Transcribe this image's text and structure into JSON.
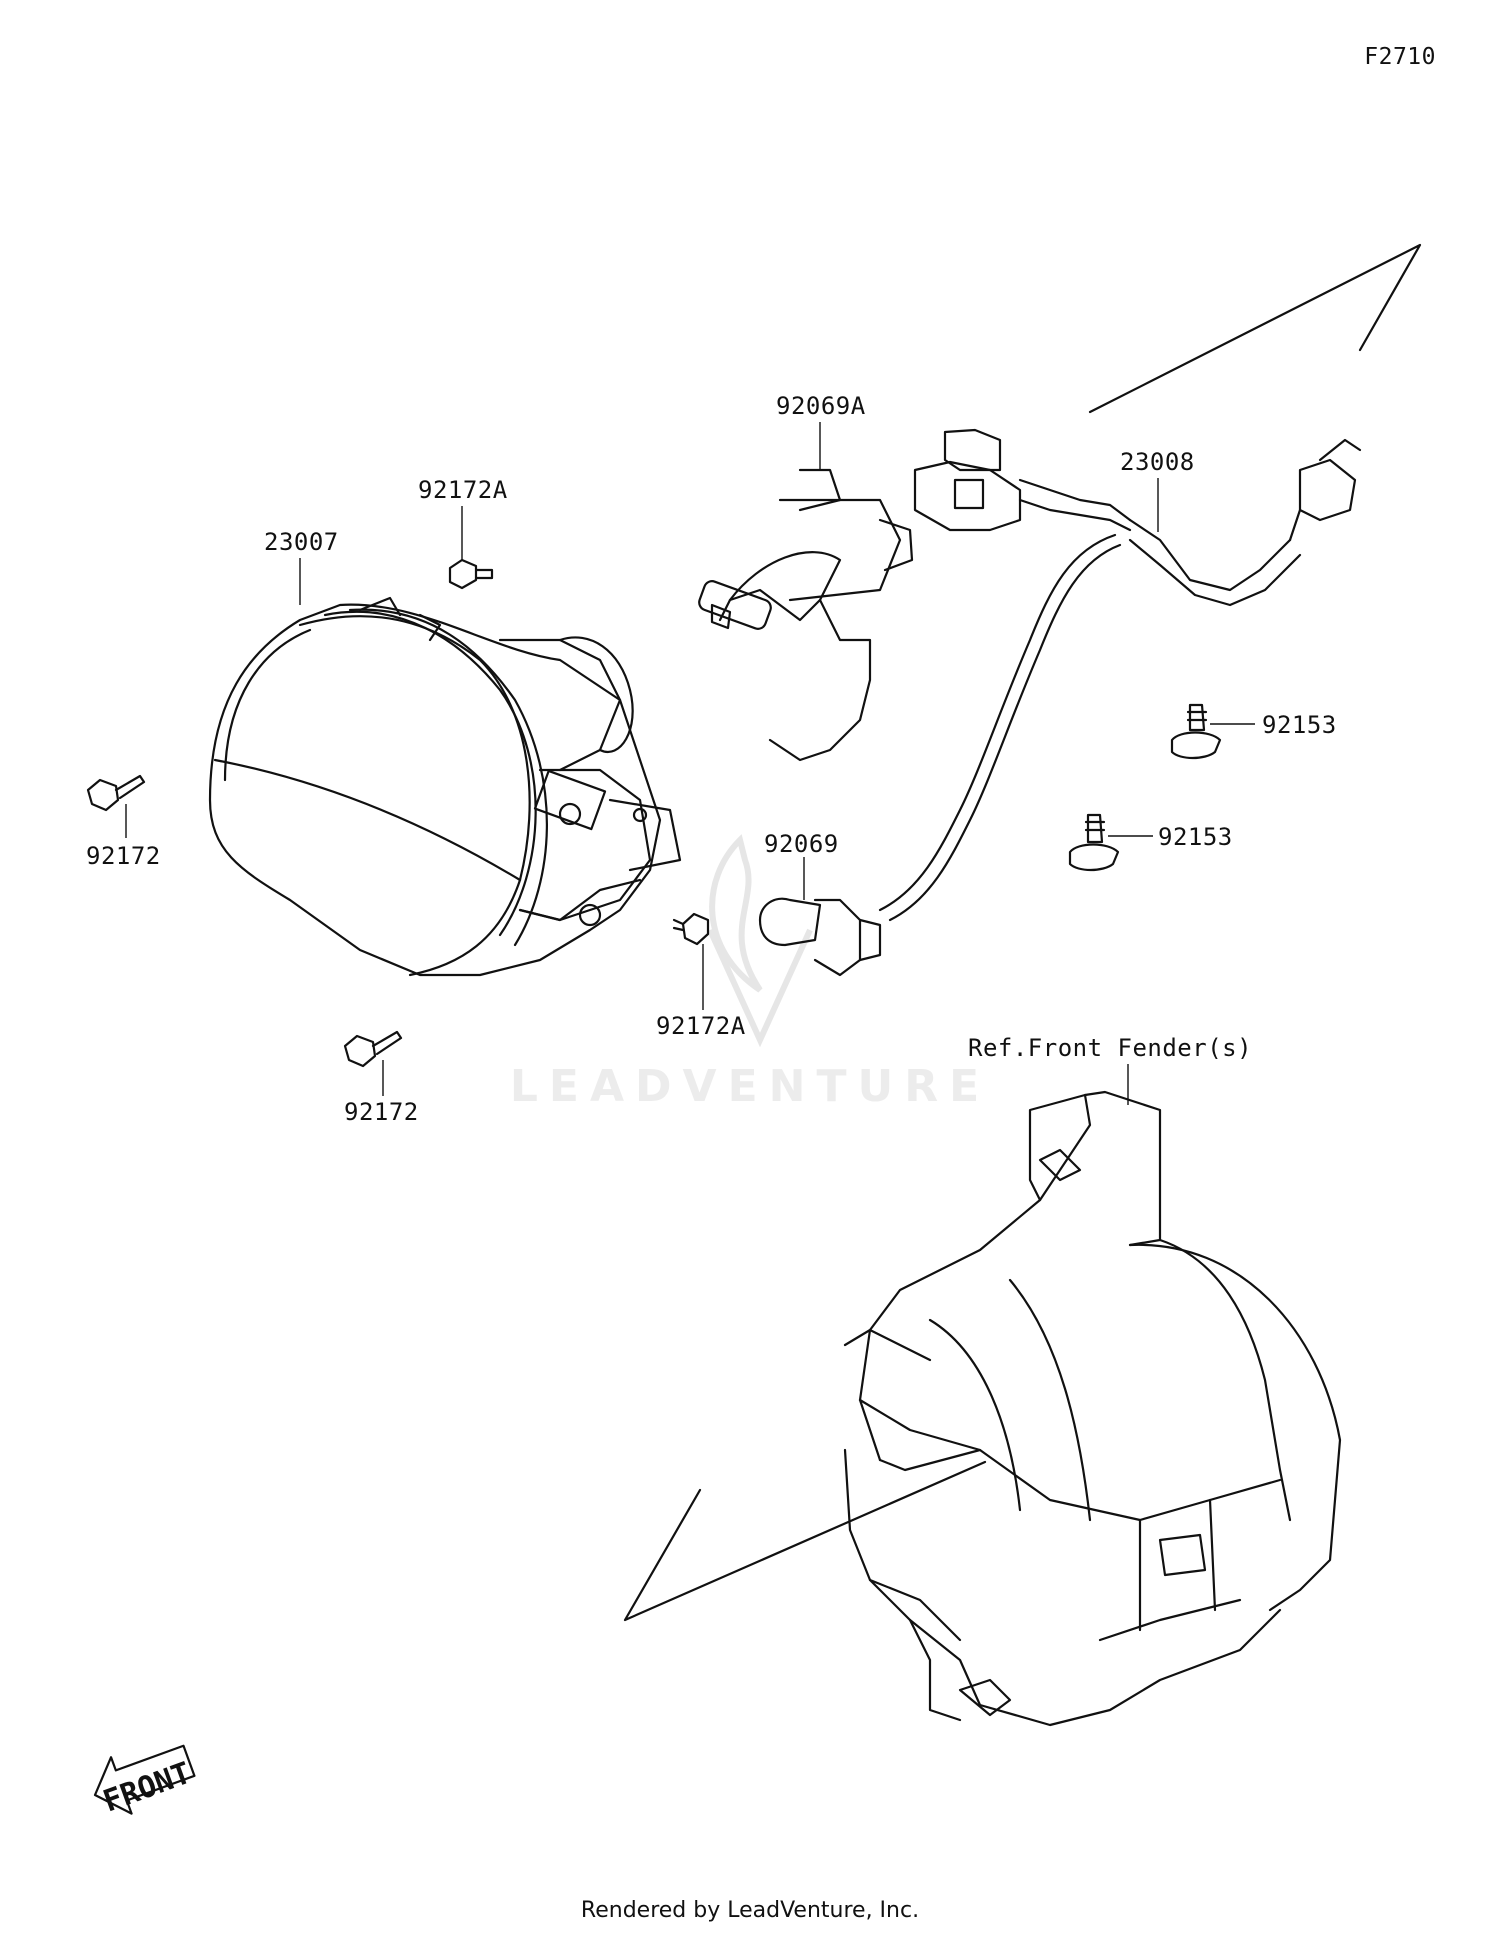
{
  "diagram_code": "F2710",
  "watermark_text": "LEADVENTURE",
  "footer_text": "Rendered by LeadVenture, Inc.",
  "front_arrow_label": "FRONT",
  "parts": [
    {
      "id": "headlight",
      "label": "23007"
    },
    {
      "id": "bulb-main",
      "label": "92069A"
    },
    {
      "id": "harness",
      "label": "23008"
    },
    {
      "id": "bolt-top",
      "label": "92172A"
    },
    {
      "id": "screw-left",
      "label": "92172"
    },
    {
      "id": "screw-bottom",
      "label": "92172"
    },
    {
      "id": "bulb-small",
      "label": "92069"
    },
    {
      "id": "clip-center",
      "label": "92172A"
    },
    {
      "id": "bolt-right-upper",
      "label": "92153"
    },
    {
      "id": "bolt-right-lower",
      "label": "92153"
    }
  ],
  "reference_label": "Ref.Front Fender(s)"
}
